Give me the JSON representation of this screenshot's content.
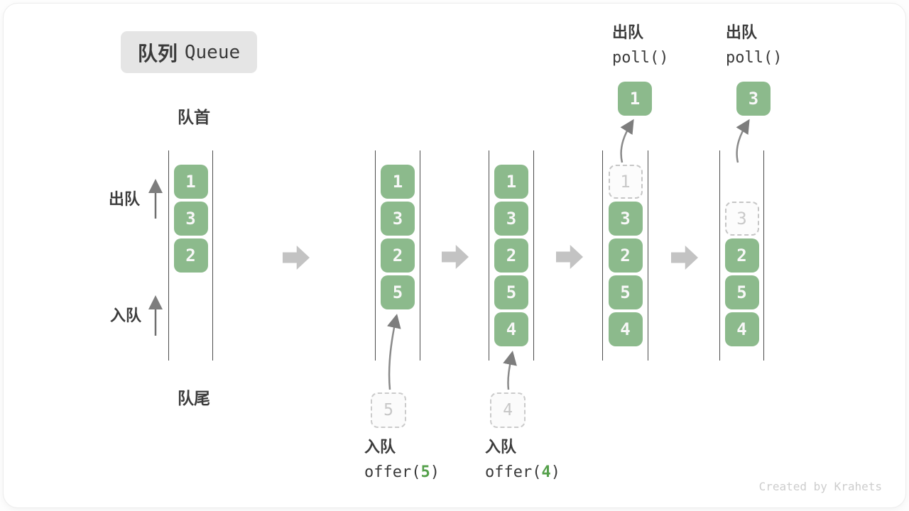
{
  "title": {
    "zh": "队列",
    "en": "Queue"
  },
  "labels": {
    "front": "队首",
    "rear": "队尾",
    "dequeue_side": "出队",
    "enqueue_side": "入队"
  },
  "queues": [
    {
      "name": "state-initial",
      "slots": [
        {
          "row": 1,
          "value": "1",
          "state": "solid"
        },
        {
          "row": 2,
          "value": "3",
          "state": "solid"
        },
        {
          "row": 3,
          "value": "2",
          "state": "solid"
        }
      ]
    },
    {
      "name": "state-after-offer-5",
      "slots": [
        {
          "row": 1,
          "value": "1",
          "state": "solid"
        },
        {
          "row": 2,
          "value": "3",
          "state": "solid"
        },
        {
          "row": 3,
          "value": "2",
          "state": "solid"
        },
        {
          "row": 4,
          "value": "5",
          "state": "solid"
        }
      ]
    },
    {
      "name": "state-after-offer-4",
      "slots": [
        {
          "row": 1,
          "value": "1",
          "state": "solid"
        },
        {
          "row": 2,
          "value": "3",
          "state": "solid"
        },
        {
          "row": 3,
          "value": "2",
          "state": "solid"
        },
        {
          "row": 4,
          "value": "5",
          "state": "solid"
        },
        {
          "row": 5,
          "value": "4",
          "state": "solid"
        }
      ]
    },
    {
      "name": "state-after-poll-1",
      "slots": [
        {
          "row": 1,
          "value": "1",
          "state": "dashed"
        },
        {
          "row": 2,
          "value": "3",
          "state": "solid"
        },
        {
          "row": 3,
          "value": "2",
          "state": "solid"
        },
        {
          "row": 4,
          "value": "5",
          "state": "solid"
        },
        {
          "row": 5,
          "value": "4",
          "state": "solid"
        }
      ]
    },
    {
      "name": "state-after-poll-3",
      "slots": [
        {
          "row": 2,
          "value": "3",
          "state": "dashed"
        },
        {
          "row": 3,
          "value": "2",
          "state": "solid"
        },
        {
          "row": 4,
          "value": "5",
          "state": "solid"
        },
        {
          "row": 5,
          "value": "4",
          "state": "solid"
        }
      ]
    }
  ],
  "enqueue_ops": [
    {
      "action": "入队",
      "code_before": "offer(",
      "code_value": "5",
      "code_after": ")",
      "pending_value": "5"
    },
    {
      "action": "入队",
      "code_before": "offer(",
      "code_value": "4",
      "code_after": ")",
      "pending_value": "4"
    }
  ],
  "dequeue_ops": [
    {
      "action": "出队",
      "code": "poll()",
      "result_value": "1"
    },
    {
      "action": "出队",
      "code": "poll()",
      "result_value": "3"
    }
  ],
  "footer": {
    "credit": "Created by Krahets"
  },
  "colors": {
    "green": "#8cba8c",
    "accent_green": "#55a04b",
    "arrow_gray": "#c3c3c3"
  }
}
